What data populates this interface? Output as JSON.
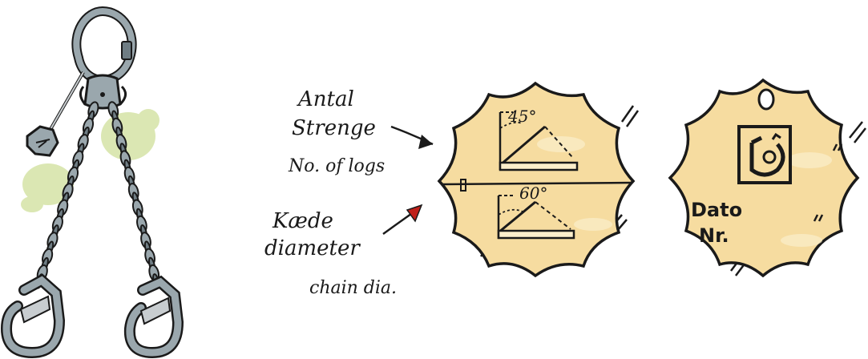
{
  "labels": {
    "antal": "Antal",
    "strenge": "Strenge",
    "no_of_logs": "No. of logs",
    "kaede": "Kæde",
    "diameter": "diameter",
    "chain_dia": "chain dia."
  },
  "tag_front": {
    "angle_top": "45°",
    "angle_bottom": "60°"
  },
  "tag_back": {
    "dato": "Dato",
    "nr": "Nr."
  },
  "colors": {
    "tag_fill": "#f6dca0",
    "chain_steel": "#9aa7ad",
    "outline": "#1a1a1a",
    "green_wash": "#d5e3a6",
    "red_arrow": "#c0201a"
  }
}
